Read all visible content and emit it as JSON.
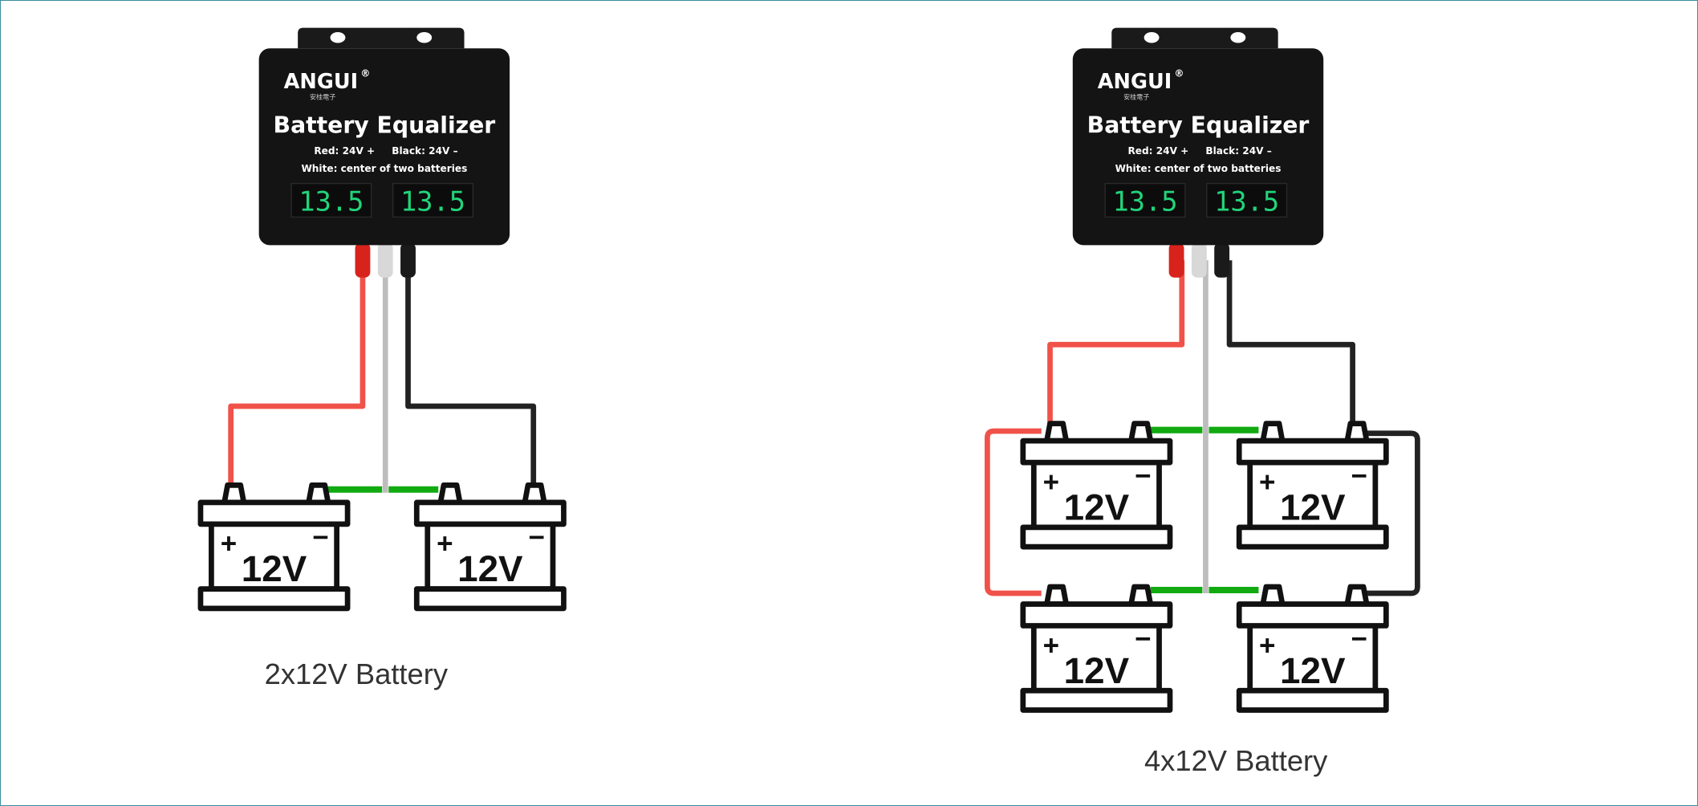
{
  "colors": {
    "red_wire": "#f0524a",
    "white_wire": "#bdbdbd",
    "black_wire": "#222222",
    "link_wire": "#11aa11",
    "lcd": "#22d47a",
    "device": "#141414"
  },
  "devices": [
    {
      "brand": "ANGUI",
      "registered": "®",
      "brand_sub": "安桂電子",
      "title": "Battery Equalizer",
      "line1_red": "Red: 24V +",
      "line1_black": "Black: 24V –",
      "line2": "White: center of two batteries",
      "display_left": "13.5",
      "display_right": "13.5"
    },
    {
      "brand": "ANGUI",
      "registered": "®",
      "brand_sub": "安桂電子",
      "title": "Battery Equalizer",
      "line1_red": "Red: 24V +",
      "line1_black": "Black: 24V –",
      "line2": "White: center of two batteries",
      "display_left": "13.5",
      "display_right": "13.5"
    }
  ],
  "configs": [
    {
      "caption": "2x12V Battery",
      "batteries": [
        {
          "plus": "+",
          "minus": "−",
          "voltage": "12V"
        },
        {
          "plus": "+",
          "minus": "−",
          "voltage": "12V"
        }
      ]
    },
    {
      "caption": "4x12V Battery",
      "batteries": [
        {
          "plus": "+",
          "minus": "−",
          "voltage": "12V"
        },
        {
          "plus": "+",
          "minus": "−",
          "voltage": "12V"
        },
        {
          "plus": "+",
          "minus": "−",
          "voltage": "12V"
        },
        {
          "plus": "+",
          "minus": "−",
          "voltage": "12V"
        }
      ]
    }
  ]
}
